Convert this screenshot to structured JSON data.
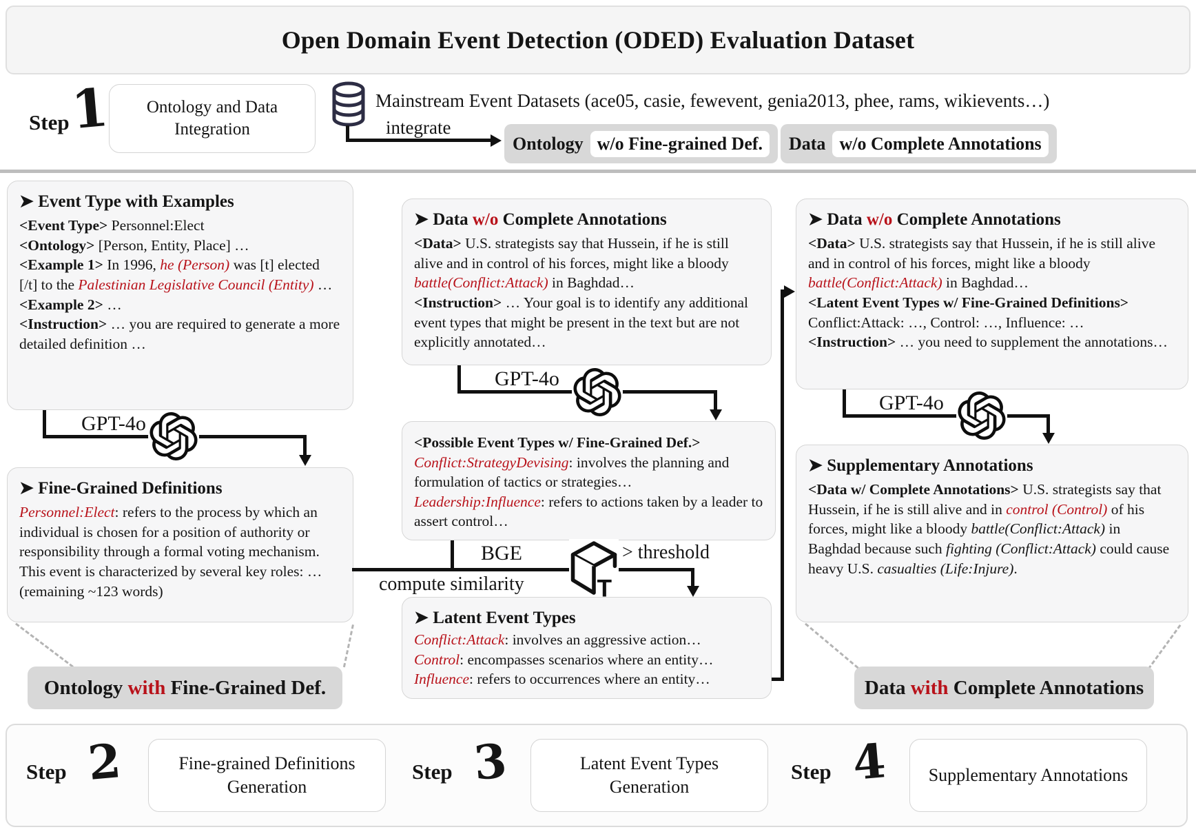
{
  "colors": {
    "red": "#b8121a",
    "line": "#111111",
    "panel_bg": "#f6f6f7",
    "gray_box": "#d8d8d8",
    "db_icon": "#2d2d44"
  },
  "title": "Open Domain Event Detection (ODED) Evaluation Dataset",
  "labels": {
    "gpt": "GPT-4o",
    "bge": "BGE",
    "compute_similarity": "compute similarity",
    "threshold": "> threshold",
    "integrate": "integrate"
  },
  "step1": {
    "label": "Step",
    "number": "1",
    "process": "Ontology and Data Integration",
    "datasets": "Mainstream Event Datasets (ace05, casie, fewevent, genia2013, phee, rams, wikievents…)",
    "result_ontology": {
      "prefix": "Ontology",
      "detail": "w/o Fine-grained Def."
    },
    "result_data": {
      "prefix": "Data",
      "detail": "w/o Complete Annotations"
    }
  },
  "left": {
    "box1": {
      "heading": [
        {
          "t": "➤ Event Type with Examples",
          "s": "b"
        }
      ],
      "p1": [
        {
          "t": "<Event Type>",
          "s": "b"
        },
        {
          "t": " Personnel:Elect"
        }
      ],
      "p2": [
        {
          "t": "<Ontology>",
          "s": "b"
        },
        {
          "t": " [Person, Entity, Place] …"
        }
      ],
      "p3": [
        {
          "t": "<Example 1>",
          "s": "b"
        },
        {
          "t": " In 1996, "
        },
        {
          "t": "he (Person)",
          "s": "ri"
        },
        {
          "t": " was [t] elected [/t] to the "
        },
        {
          "t": "Palestinian Legislative Council (Entity)",
          "s": "ri"
        },
        {
          "t": " …"
        }
      ],
      "p4": [
        {
          "t": "<Example 2>",
          "s": "b"
        },
        {
          "t": " …"
        }
      ],
      "p5": [
        {
          "t": "<Instruction>",
          "s": "b"
        },
        {
          "t": " … you are required to generate a more detailed definition …"
        }
      ]
    },
    "box2": {
      "heading": [
        {
          "t": "➤ Fine-Grained Definitions",
          "s": "b"
        }
      ],
      "p1": [
        {
          "t": "Personnel:Elect",
          "s": "ri"
        },
        {
          "t": ": refers to the process by which an individual is chosen for a position of authority or responsibility through a formal voting mechanism. This event is characterized by several key roles: …(remaining ~123 words)"
        }
      ]
    },
    "result": [
      {
        "t": "Ontology ",
        "s": "b"
      },
      {
        "t": "with",
        "s": "br"
      },
      {
        "t": " Fine-Grained Def.",
        "s": "b"
      }
    ]
  },
  "middle": {
    "box1": {
      "heading": [
        {
          "t": "➤ Data ",
          "s": "b"
        },
        {
          "t": "w/o",
          "s": "br"
        },
        {
          "t": " Complete Annotations",
          "s": "b"
        }
      ],
      "p1": [
        {
          "t": "<Data>",
          "s": "b"
        },
        {
          "t": " U.S. strategists say that Hussein, if he is still alive and in control of his forces, might like a bloody "
        },
        {
          "t": "battle(Conflict:Attack)",
          "s": "ri"
        },
        {
          "t": " in Baghdad…"
        }
      ],
      "p2": [
        {
          "t": "<Instruction>",
          "s": "b"
        },
        {
          "t": " … Your goal is to identify any additional event types that might be present in the text but are not explicitly annotated…"
        }
      ]
    },
    "box2": {
      "p1": [
        {
          "t": "<Possible Event Types w/ Fine-Grained Def.>",
          "s": "b"
        }
      ],
      "p2": [
        {
          "t": "Conflict:StrategyDevising",
          "s": "ri"
        },
        {
          "t": ": involves the planning and formulation of tactics or strategies…"
        }
      ],
      "p3": [
        {
          "t": "Leadership:Influence",
          "s": "ri"
        },
        {
          "t": ": refers to actions taken by a leader to assert control…"
        }
      ]
    },
    "box3": {
      "heading": [
        {
          "t": "➤ Latent Event Types",
          "s": "b"
        }
      ],
      "p1": [
        {
          "t": "Conflict:Attack",
          "s": "ri"
        },
        {
          "t": ": involves an aggressive action…"
        }
      ],
      "p2": [
        {
          "t": "Control",
          "s": "ri"
        },
        {
          "t": ": encompasses scenarios where an entity…"
        }
      ],
      "p3": [
        {
          "t": "Influence",
          "s": "ri"
        },
        {
          "t": ": refers to occurrences where an entity…"
        }
      ]
    }
  },
  "right": {
    "box1": {
      "heading": [
        {
          "t": "➤ Data ",
          "s": "b"
        },
        {
          "t": "w/o",
          "s": "br"
        },
        {
          "t": " Complete Annotations",
          "s": "b"
        }
      ],
      "p1": [
        {
          "t": "<Data>",
          "s": "b"
        },
        {
          "t": " U.S. strategists say that Hussein, if he is still alive and in control of his forces, might like a bloody "
        },
        {
          "t": "battle(Conflict:Attack)",
          "s": "ri"
        },
        {
          "t": " in Baghdad…"
        }
      ],
      "p2": [
        {
          "t": "<Latent Event Types w/ Fine-Grained Definitions>",
          "s": "b"
        }
      ],
      "p3": [
        {
          "t": "Conflict:Attack: …, Control: …, Influence: …"
        }
      ],
      "p4": [
        {
          "t": "<Instruction>",
          "s": "b"
        },
        {
          "t": " … you need to supplement the annotations…"
        }
      ]
    },
    "box2": {
      "heading": [
        {
          "t": "➤ Supplementary Annotations",
          "s": "b"
        }
      ],
      "p1": [
        {
          "t": "<Data w/ Complete Annotations>",
          "s": "b"
        },
        {
          "t": " U.S. strategists say that Hussein, if he is still alive and in "
        },
        {
          "t": "control (Control)",
          "s": "ri"
        },
        {
          "t": " of his forces, might like a bloody "
        },
        {
          "t": "battle(Conflict:Attack)",
          "s": "i"
        },
        {
          "t": " in Baghdad because such "
        },
        {
          "t": "fighting (Conflict:Attack)",
          "s": "i"
        },
        {
          "t": " could cause heavy U.S. "
        },
        {
          "t": "casualties (Life:Injure)",
          "s": "i"
        },
        {
          "t": "."
        }
      ]
    },
    "result": [
      {
        "t": "Data ",
        "s": "b"
      },
      {
        "t": "with",
        "s": "br"
      },
      {
        "t": " Complete Annotations",
        "s": "b"
      }
    ]
  },
  "steps_bottom": {
    "step2": {
      "label": "Step",
      "number": "2",
      "box": "Fine-grained Definitions Generation"
    },
    "step3": {
      "label": "Step",
      "number": "3",
      "box": "Latent Event Types Generation"
    },
    "step4": {
      "label": "Step",
      "number": "4",
      "box": "Supplementary Annotations"
    }
  }
}
